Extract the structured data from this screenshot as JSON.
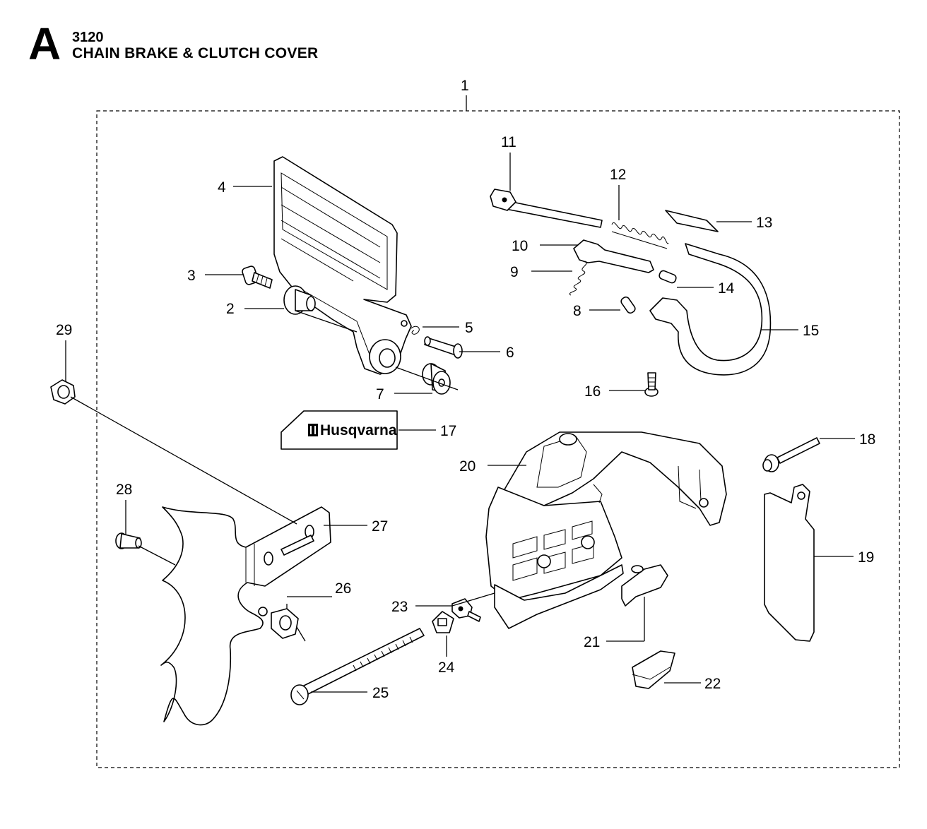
{
  "header": {
    "section_letter": "A",
    "model": "3120",
    "title": "CHAIN BRAKE & CLUTCH COVER"
  },
  "decal_text": "Husqvarna",
  "callouts": {
    "c1": "1",
    "c2": "2",
    "c3": "3",
    "c4": "4",
    "c5": "5",
    "c6": "6",
    "c7": "7",
    "c8": "8",
    "c9": "9",
    "c10": "10",
    "c11": "11",
    "c12": "12",
    "c13": "13",
    "c14": "14",
    "c15": "15",
    "c16": "16",
    "c17": "17",
    "c18": "18",
    "c19": "19",
    "c20": "20",
    "c21": "21",
    "c22": "22",
    "c23": "23",
    "c24": "24",
    "c25": "25",
    "c26": "26",
    "c27": "27",
    "c28": "28",
    "c29": "29"
  }
}
